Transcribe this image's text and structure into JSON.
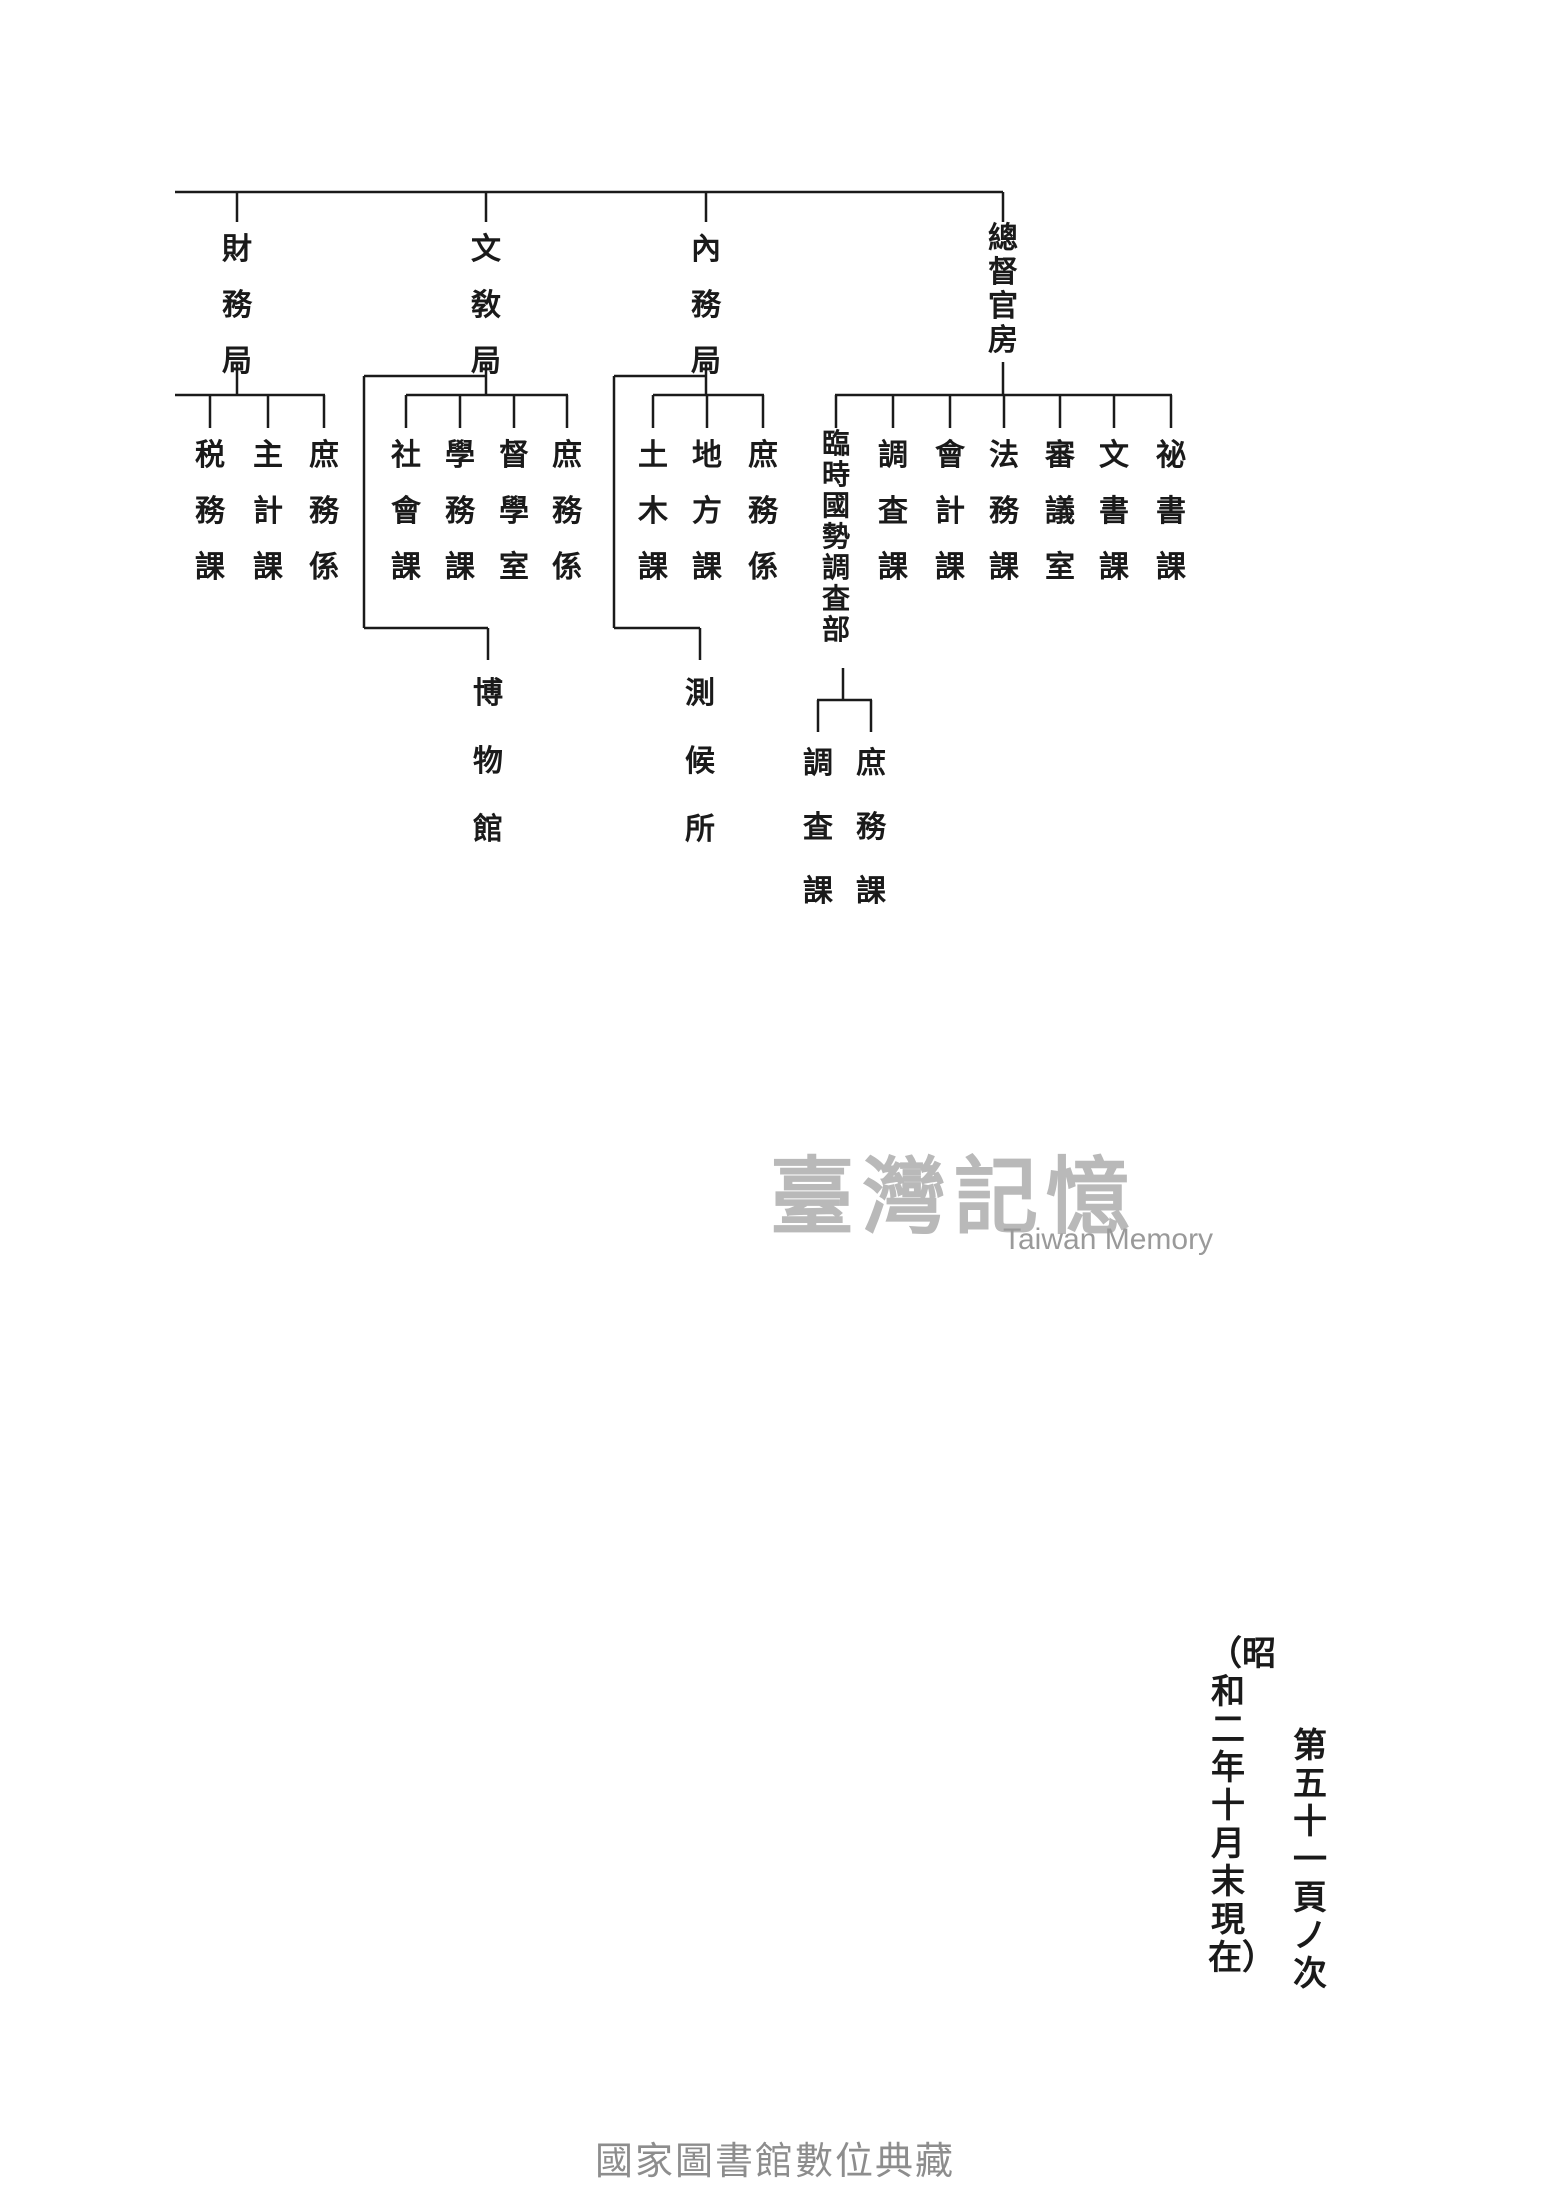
{
  "chart": {
    "top_bureaus": {
      "zaimu": "財務局",
      "bunkyo": "文敎局",
      "naimu": "內務局",
      "sotoku": "總督官房"
    },
    "zaimu_sections": [
      "税務課",
      "主計課",
      "庶務係"
    ],
    "bunkyo_sections": [
      "社會課",
      "學務課",
      "督學室",
      "庶務係"
    ],
    "bunkyo_sub": "博物館",
    "naimu_sections": [
      "土木課",
      "地方課",
      "庶務係"
    ],
    "naimu_sub": "測候所",
    "sotoku_sections": [
      "臨時國勢調査部",
      "調査課",
      "會計課",
      "法務課",
      "審議室",
      "文書課",
      "祕書課"
    ],
    "rinji_sections": [
      "調査課",
      "庶務課"
    ]
  },
  "watermark": {
    "zh": "臺灣記憶",
    "en": "Taiwan Memory"
  },
  "side_notes": {
    "page_ref": "第五十一頁ノ次",
    "date_note": "（昭和二年十月末現在）"
  },
  "footer": {
    "library": "國家圖書館數位典藏"
  }
}
